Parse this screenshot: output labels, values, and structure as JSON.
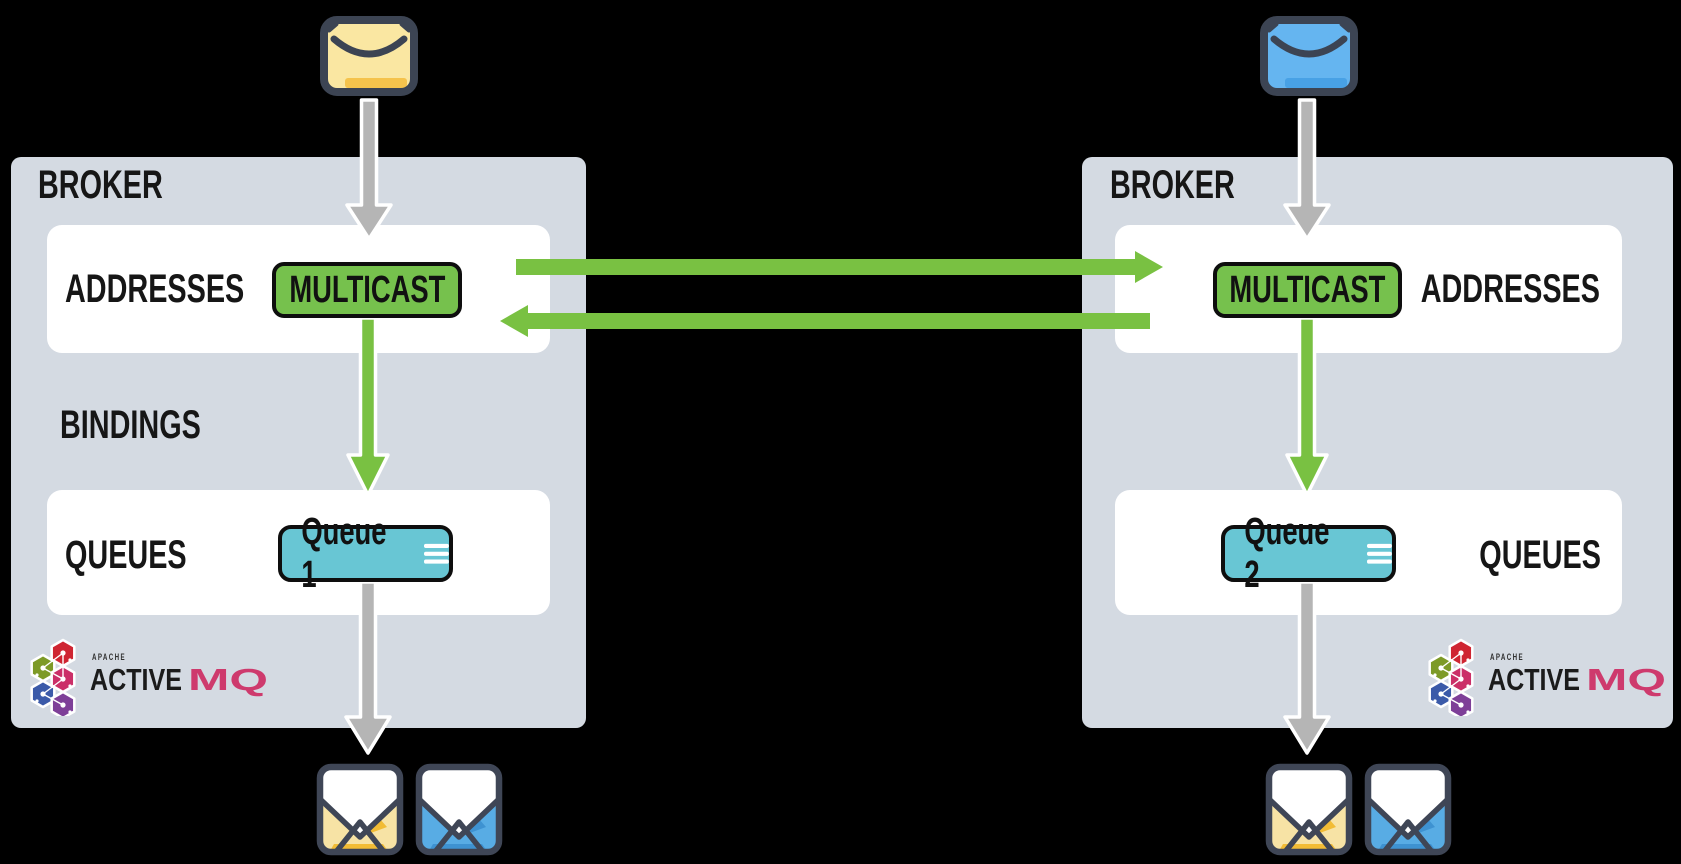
{
  "colors": {
    "background": "#000000",
    "broker_bg": "#d4dae2",
    "panel_bg": "#ffffff",
    "flow_green": "#79c142",
    "multicast_green": "#76c14d",
    "queue_teal": "#68c6d4",
    "gray_arrow": "#b5b5b5",
    "text": "#161616",
    "logo_mq_pink": "#ce3a6d",
    "closed_envelope_yellow": "#fae7a2",
    "closed_envelope_yellow_accent": "#f5c34c",
    "closed_envelope_blue": "#65b5f0",
    "closed_envelope_blue_accent": "#48a1e5",
    "open_envelope_yellow": "#f7e3a5",
    "open_envelope_yellow_accent": "#f2bc35",
    "open_envelope_blue": "#58ace4",
    "open_envelope_blue_accent": "#3e92d1",
    "icon_outline": "#3c4453"
  },
  "left_broker": {
    "title": "BROKER",
    "addresses_label": "ADDRESSES",
    "bindings_label": "BINDINGS",
    "queues_label": "QUEUES",
    "multicast_badge": "MULTICAST",
    "queue_badge": "Queue 1"
  },
  "right_broker": {
    "title": "BROKER",
    "addresses_label": "ADDRESSES",
    "queues_label": "QUEUES",
    "multicast_badge": "MULTICAST",
    "queue_badge": "Queue 2"
  },
  "logo": {
    "apache": "APACHE",
    "active": "ACTIVE",
    "mq": "MQ"
  }
}
